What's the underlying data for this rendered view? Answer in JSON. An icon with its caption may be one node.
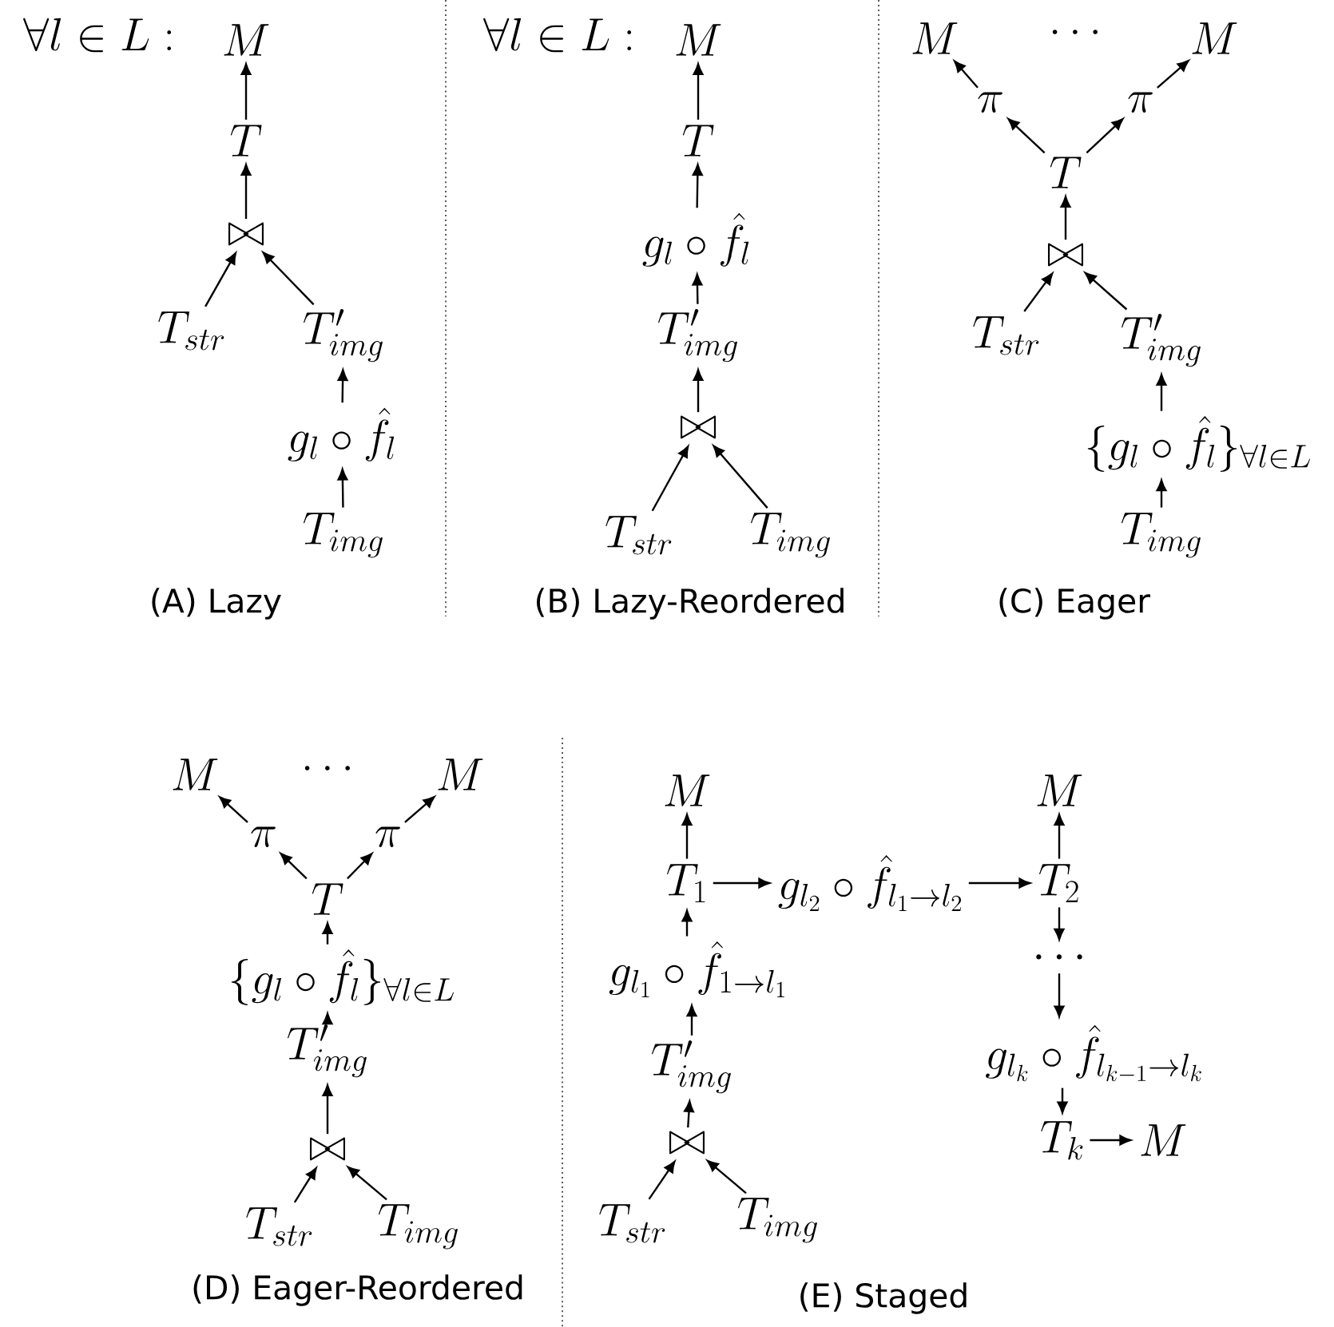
{
  "diagram": {
    "nodes": [
      {
        "text": [
          "M"
        ]
      },
      {
        "text": [
          "T"
        ]
      },
      {
        "text": [
          "\\bowtie"
        ]
      },
      {
        "text": [
          "T_{str}"
        ]
      },
      {
        "text": [
          "T'_{img}"
        ]
      },
      {
        "text": [
          "g_l \\circ \\hat{f}_l"
        ]
      },
      {
        "text": [
          "T_{img}"
        ]
      },
      {
        "text": [
          "M"
        ]
      },
      {
        "text": [
          "T"
        ]
      },
      {
        "text": [
          "g_l \\circ \\hat{f}_l"
        ]
      },
      {
        "text": [
          "T'_{img}"
        ]
      },
      {
        "text": [
          "\\bowtie"
        ]
      },
      {
        "text": [
          "T_{str}"
        ]
      },
      {
        "text": [
          "T_{img}"
        ]
      },
      {
        "text": [
          "M"
        ]
      },
      {
        "text": [
          "M"
        ]
      },
      {
        "text": [
          "\\pi"
        ]
      },
      {
        "text": [
          "\\pi"
        ]
      },
      {
        "text": [
          "T"
        ]
      },
      {
        "text": [
          "\\bowtie"
        ]
      },
      {
        "text": [
          "T_{str}"
        ]
      },
      {
        "text": [
          "T'_{img}"
        ]
      },
      {
        "text": [
          "\\{g_l \\circ \\hat{f}_l\\}_{\\forall l \\in L}"
        ]
      },
      {
        "text": [
          "T_{img}"
        ]
      },
      {
        "text": [
          "M"
        ]
      },
      {
        "text": [
          "M"
        ]
      },
      {
        "text": [
          "\\pi"
        ]
      },
      {
        "text": [
          "\\pi"
        ]
      },
      {
        "text": [
          "T"
        ]
      },
      {
        "text": [
          "\\{g_l \\circ \\hat{f}_l\\}_{\\forall l \\in L}"
        ]
      },
      {
        "text": [
          "T'_{img}"
        ]
      },
      {
        "text": [
          "\\bowtie"
        ]
      },
      {
        "text": [
          "T_{str}"
        ]
      },
      {
        "text": [
          "T_{img}"
        ]
      },
      {
        "text": [
          "M"
        ]
      },
      {
        "text": [
          "M"
        ]
      },
      {
        "text": [
          "T_1"
        ]
      },
      {
        "text": [
          "g_{l_2} \\circ \\hat{f}_{l_1 \\rightarrow l_2}"
        ]
      },
      {
        "text": [
          "T_2"
        ]
      },
      {
        "text": [
          "g_{l_1} \\circ \\hat{f}_{1 \\rightarrow l_1}"
        ]
      },
      {
        "text": [
          "T'_{img}"
        ]
      },
      {
        "text": [
          "\\bowtie"
        ]
      },
      {
        "text": [
          "T_{str}"
        ]
      },
      {
        "text": [
          "T_{img}"
        ]
      },
      {
        "text": [
          "\\cdots"
        ]
      },
      {
        "text": [
          "g_{l_k} \\circ \\hat{f}_{l_{k-1} \\rightarrow l_k}"
        ]
      },
      {
        "text": [
          "T_k"
        ]
      },
      {
        "text": [
          "M"
        ]
      }
    ],
    "edges": [
      {
        "from": 1,
        "to": 0,
        "arrow": "to"
      },
      {
        "from": 2,
        "to": 1,
        "arrow": "to"
      },
      {
        "from": 3,
        "to": 2,
        "arrow": "to"
      },
      {
        "from": 4,
        "to": 2,
        "arrow": "to"
      },
      {
        "from": 5,
        "to": 4,
        "arrow": "to"
      },
      {
        "from": 6,
        "to": 5,
        "arrow": "to"
      },
      {
        "from": 8,
        "to": 7,
        "arrow": "to"
      },
      {
        "from": 9,
        "to": 8,
        "arrow": "to"
      },
      {
        "from": 10,
        "to": 9,
        "arrow": "to"
      },
      {
        "from": 11,
        "to": 10,
        "arrow": "to"
      },
      {
        "from": 12,
        "to": 11,
        "arrow": "to"
      },
      {
        "from": 13,
        "to": 11,
        "arrow": "to"
      },
      {
        "from": 16,
        "to": 14,
        "arrow": "to"
      },
      {
        "from": 17,
        "to": 15,
        "arrow": "to"
      },
      {
        "from": 18,
        "to": 16,
        "arrow": "to"
      },
      {
        "from": 18,
        "to": 17,
        "arrow": "to"
      },
      {
        "from": 19,
        "to": 18,
        "arrow": "to"
      },
      {
        "from": 20,
        "to": 19,
        "arrow": "to"
      },
      {
        "from": 21,
        "to": 19,
        "arrow": "to"
      },
      {
        "from": 22,
        "to": 21,
        "arrow": "to"
      },
      {
        "from": 23,
        "to": 22,
        "arrow": "to"
      },
      {
        "from": 26,
        "to": 24,
        "arrow": "to"
      },
      {
        "from": 27,
        "to": 25,
        "arrow": "to"
      },
      {
        "from": 28,
        "to": 26,
        "arrow": "to"
      },
      {
        "from": 28,
        "to": 27,
        "arrow": "to"
      },
      {
        "from": 29,
        "to": 28,
        "arrow": "to"
      },
      {
        "from": 30,
        "to": 29,
        "arrow": "to"
      },
      {
        "from": 31,
        "to": 30,
        "arrow": "to"
      },
      {
        "from": 32,
        "to": 31,
        "arrow": "to"
      },
      {
        "from": 33,
        "to": 31,
        "arrow": "to"
      },
      {
        "from": 36,
        "to": 34,
        "arrow": "to"
      },
      {
        "from": 36,
        "to": 37,
        "arrow": "to"
      },
      {
        "from": 37,
        "to": 38,
        "arrow": "to"
      },
      {
        "from": 38,
        "to": 35,
        "arrow": "to"
      },
      {
        "from": 39,
        "to": 36,
        "arrow": "to"
      },
      {
        "from": 40,
        "to": 39,
        "arrow": "to"
      },
      {
        "from": 41,
        "to": 40,
        "arrow": "to"
      },
      {
        "from": 42,
        "to": 41,
        "arrow": "to"
      },
      {
        "from": 43,
        "to": 41,
        "arrow": "to"
      },
      {
        "from": 38,
        "to": 44,
        "arrow": "to"
      },
      {
        "from": 44,
        "to": 45,
        "arrow": "to"
      },
      {
        "from": 45,
        "to": 46,
        "arrow": "to"
      },
      {
        "from": 46,
        "to": 47,
        "arrow": "to"
      }
    ],
    "labels": [
      "\\forall l \\in L :",
      "\\forall l \\in L :",
      "\\ldots",
      "(A) Lazy",
      "(B) Lazy-Reordered",
      "(C) Eager",
      "\\ldots",
      "(D) Eager-Reordered",
      "(E) Staged"
    ]
  }
}
